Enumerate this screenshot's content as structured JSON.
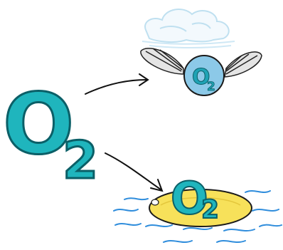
{
  "main_formula": {
    "letter": "O",
    "subscript": "2"
  },
  "flying_formula": {
    "letter": "O",
    "subscript": "2"
  },
  "floating_formula": {
    "letter": "O",
    "subscript": "2"
  },
  "colors": {
    "teal": "#1fb5bd",
    "teal_dark": "#0d7c86",
    "bubble": "#8cc9e8",
    "cloud": "#bfe0f0",
    "raft": "#f7e15a",
    "water": "#2f8ddc",
    "outline": "#1a1a1a"
  },
  "icons": [
    "cloud-icon",
    "wing-icon",
    "raft-icon",
    "water-icon",
    "arrow-icon"
  ]
}
